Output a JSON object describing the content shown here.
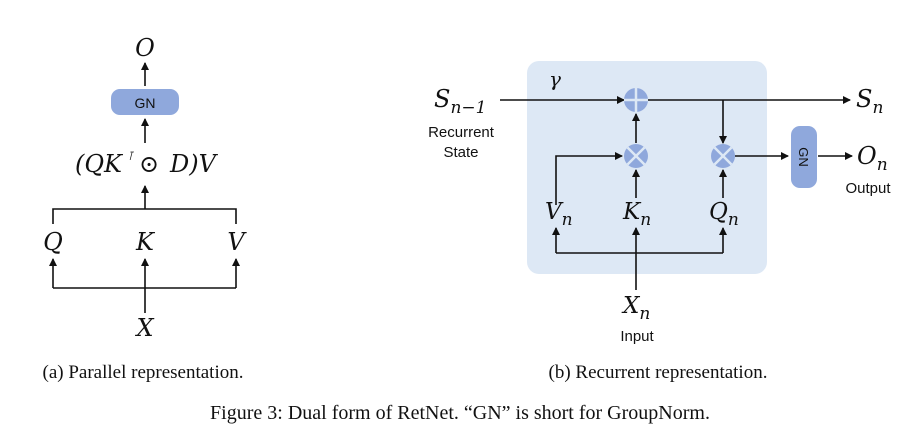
{
  "colors": {
    "gn_box": "#8fa8dc",
    "panel_bg": "#dde8f5",
    "operator": "#8fa8dc",
    "line": "#111111"
  },
  "parallel": {
    "output": "O",
    "gn_label": "GN",
    "formula_open": "(QK",
    "formula_sup": "⊺",
    "formula_op": "⊙",
    "formula_close": "D)V",
    "q": "Q",
    "k": "K",
    "v": "V",
    "x": "X",
    "caption": "(a) Parallel representation."
  },
  "recurrent": {
    "prev_state": "S",
    "prev_state_sub": "n−1",
    "prev_state_label_1": "Recurrent",
    "prev_state_label_2": "State",
    "gamma": "γ",
    "next_state": "S",
    "next_state_sub": "n",
    "gn_label": "GN",
    "output": "O",
    "output_sub": "n",
    "output_label": "Output",
    "v": "V",
    "k": "K",
    "q": "Q",
    "sub_n": "n",
    "x": "X",
    "x_sub": "n",
    "input_label": "Input",
    "add_op": "add",
    "mul_op": "multiply",
    "caption": "(b) Recurrent representation."
  },
  "figure_caption": "Figure 3: Dual form of RetNet. “GN” is short for GroupNorm."
}
